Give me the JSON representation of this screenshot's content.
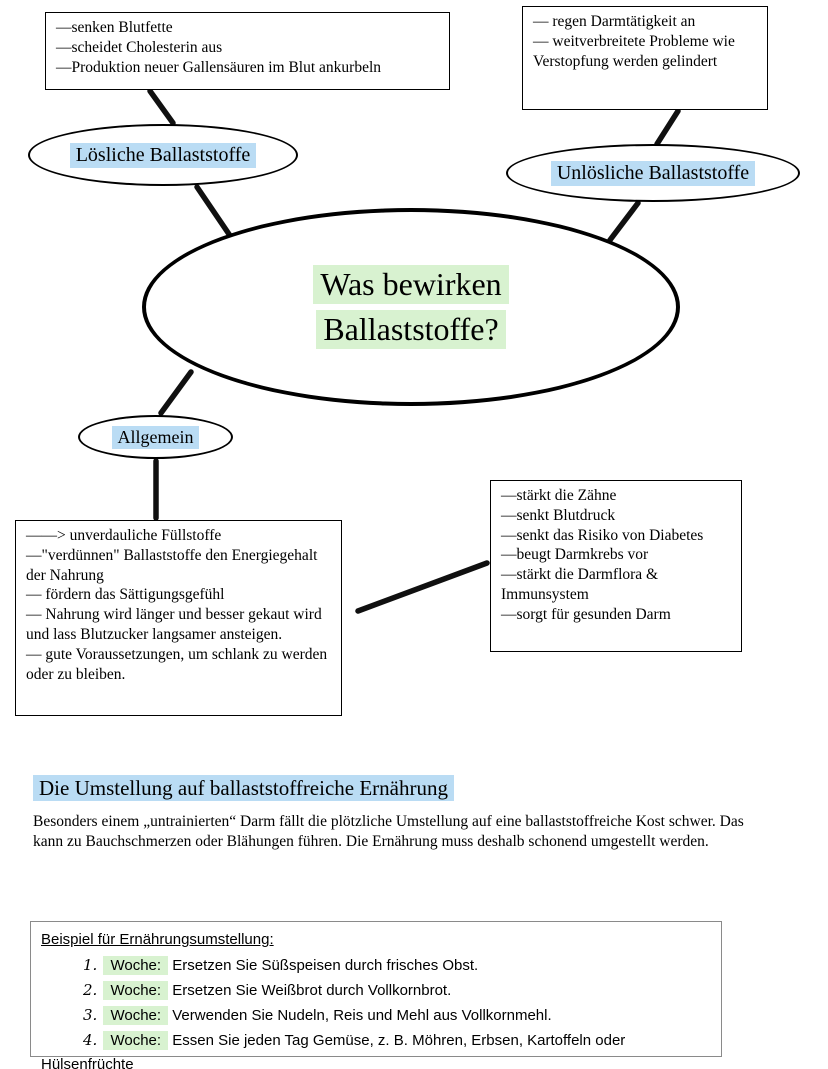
{
  "colors": {
    "highlight_blue": "#badcf4",
    "highlight_green": "#d8f2d0"
  },
  "mindmap": {
    "central": {
      "line1": "Was bewirken",
      "line2": "Ballaststoffe?"
    },
    "soluble": {
      "label": "Lösliche Ballaststoffe"
    },
    "insoluble": {
      "label": "Unlösliche Ballaststoffe"
    },
    "general": {
      "label": "Allgemein"
    },
    "soluble_box": {
      "lines": [
        "—senken Blutfette",
        "—scheidet Cholesterin aus",
        "—Produktion neuer Gallensäuren im Blut ankurbeln"
      ]
    },
    "insoluble_box": {
      "lines": [
        "— regen Darmtätigkeit an",
        "— weitverbreitete Probleme wie Verstopfung werden gelindert"
      ]
    },
    "general_box": {
      "lines": [
        "——> unverdauliche Füllstoffe",
        "—\"verdünnen\" Ballaststoffe den Energiegehalt der Nahrung",
        "— fördern das Sättigungsgefühl",
        "— Nahrung wird länger und besser gekaut wird und lass Blutzucker langsamer ansteigen.",
        "— gute Voraussetzungen, um schlank zu werden oder zu bleiben."
      ]
    },
    "health_box": {
      "lines": [
        "—stärkt die Zähne",
        "—senkt Blutdruck",
        "—senkt das Risiko von Diabetes",
        "—beugt Darmkrebs vor",
        "—stärkt die Darmflora & Immunsystem",
        "—sorgt für gesunden Darm"
      ]
    }
  },
  "section": {
    "heading": "Die Umstellung auf ballaststoffreiche Ernährung",
    "paragraph": "Besonders einem „untrainierten“ Darm fällt die plötzliche Umstellung auf eine ballaststoffreiche Kost schwer. Das kann zu Bauchschmerzen oder Blähungen führen. Die Ernährung muss deshalb schonend umgestellt werden."
  },
  "example_box": {
    "title": "Beispiel für Ernährungsumstellung:",
    "items": [
      {
        "number": "1.",
        "label": "Woche:",
        "text": "Ersetzen Sie Süßspeisen durch frisches Obst."
      },
      {
        "number": "2.",
        "label": "Woche:",
        "text": "Ersetzen Sie Weißbrot durch Vollkornbrot."
      },
      {
        "number": "3.",
        "label": "Woche:",
        "text": "Verwenden Sie Nudeln, Reis und Mehl aus Vollkornmehl."
      },
      {
        "number": "4.",
        "label": "Woche:",
        "text": "Essen Sie jeden Tag Gemüse, z. B. Möhren, Erbsen, Kartoffeln oder Hülsenfrüchte"
      }
    ]
  }
}
